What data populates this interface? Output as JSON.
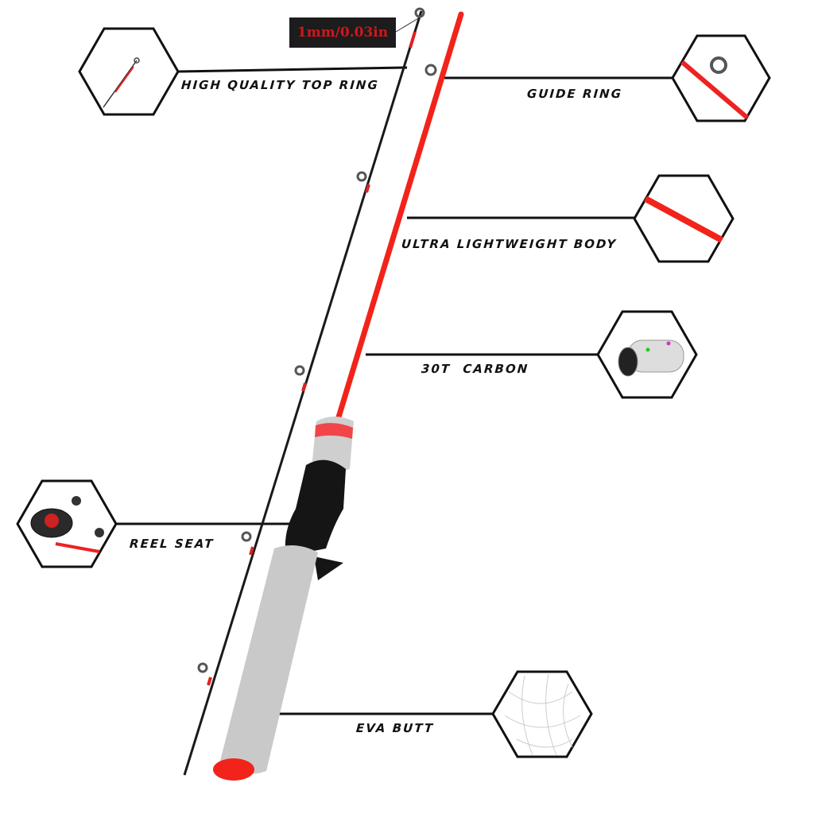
{
  "size_label": "1mm/0.03in",
  "features": {
    "top_ring": "HIGH QUALITY TOP RING",
    "guide_ring": "GUIDE RING",
    "body": "ULTRA LIGHTWEIGHT BODY",
    "carbon": "30T CARBON",
    "reel_seat": "REEL SEAT",
    "eva_butt": "EVA BUTT"
  },
  "colors": {
    "rod_red": "#f2231b",
    "handle_gray": "#c9c9c9",
    "line_black": "#111111"
  }
}
